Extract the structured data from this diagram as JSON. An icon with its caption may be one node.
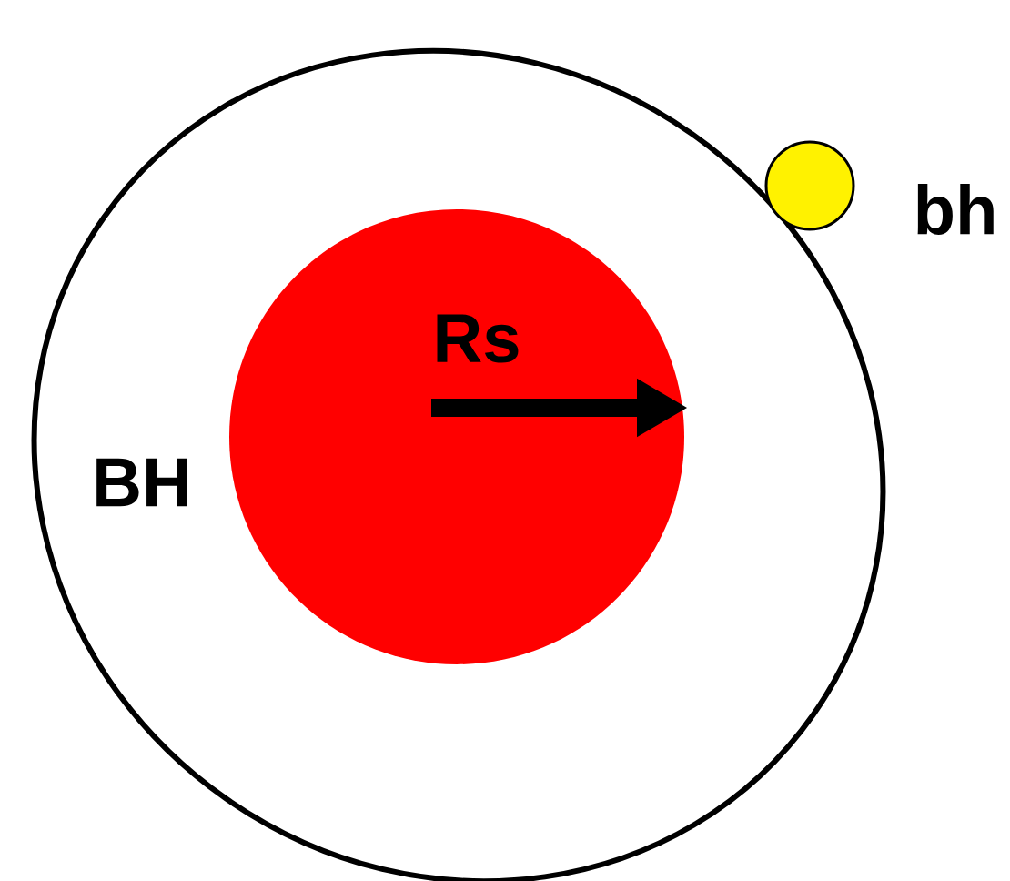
{
  "diagram": {
    "nodes": [
      {
        "text": [
          "BH"
        ]
      },
      {
        "text": [
          "Rs"
        ],
        "in": 0
      },
      {
        "text": [
          "bh"
        ]
      }
    ]
  }
}
